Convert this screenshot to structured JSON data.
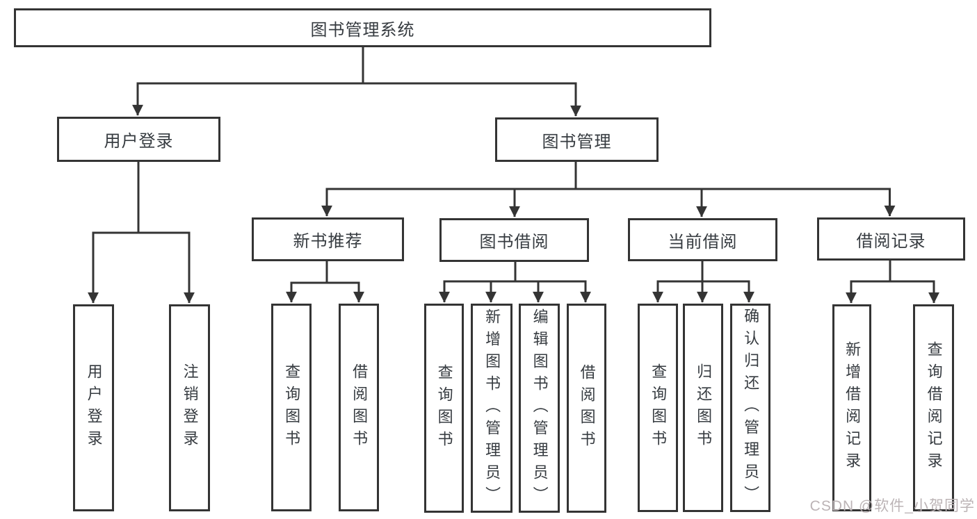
{
  "tree": {
    "root": {
      "label": "图书管理系统"
    },
    "children": [
      {
        "label": "用户登录",
        "children": [
          {
            "label": "用户登录"
          },
          {
            "label": "注销登录"
          }
        ]
      },
      {
        "label": "图书管理",
        "children": [
          {
            "label": "新书推荐",
            "children": [
              {
                "label": "查询图书"
              },
              {
                "label": "借阅图书"
              }
            ]
          },
          {
            "label": "图书借阅",
            "children": [
              {
                "label": "查询图书"
              },
              {
                "label": "新增图书（管理员）"
              },
              {
                "label": "编辑图书（管理员）"
              },
              {
                "label": "借阅图书"
              }
            ]
          },
          {
            "label": "当前借阅",
            "children": [
              {
                "label": "查询图书"
              },
              {
                "label": "归还图书"
              },
              {
                "label": "确认归还（管理员）"
              }
            ]
          },
          {
            "label": "借阅记录",
            "children": [
              {
                "label": "新增借阅记录"
              },
              {
                "label": "查询借阅记录"
              }
            ]
          }
        ]
      }
    ]
  },
  "watermark": {
    "text": "CSDN @软件_小贺同学"
  },
  "colors": {
    "line": "#343434",
    "border": "#343434",
    "text": "#363b40",
    "watermark": "#bcb4b6",
    "background": "#ffffff"
  }
}
